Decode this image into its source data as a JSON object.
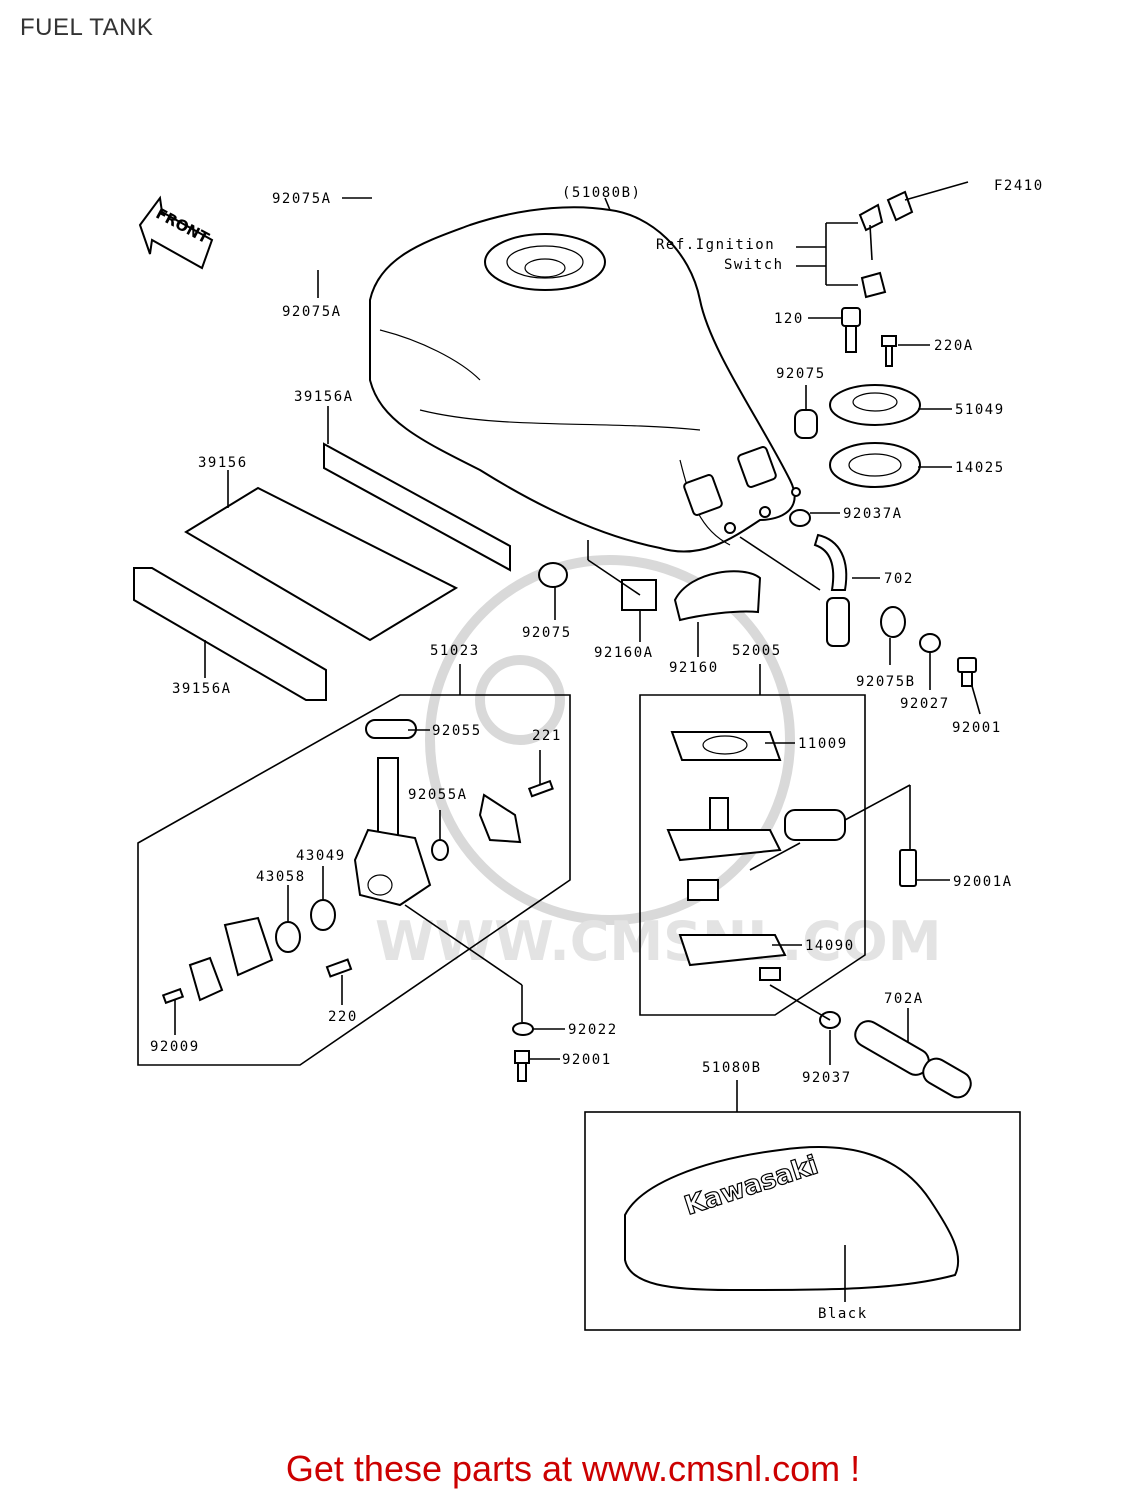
{
  "header": {
    "title": "FUEL TANK"
  },
  "footer": {
    "promo": "Get these parts at www.cmsnl.com !"
  },
  "diagram": {
    "code": "F2410",
    "front_arrow": "FRONT",
    "tank_ref": "(51080B)",
    "ignition_ref_line1": "Ref.Ignition",
    "ignition_ref_line2": "Switch",
    "decal_color": "Black",
    "decal_brand": "Kawasaki",
    "watermark": "WWW.CMSNL.COM",
    "parts": {
      "p92075A_top": "92075A",
      "p92075A_bottom": "92075A",
      "p120": "120",
      "p220A": "220A",
      "p92075": "92075",
      "p51049": "51049",
      "p14025": "14025",
      "p92037A": "92037A",
      "p702": "702",
      "p39156A_top": "39156A",
      "p39156": "39156",
      "p39156A_bottom": "39156A",
      "p92075_mid": "92075",
      "p92160A": "92160A",
      "p92160": "92160",
      "p52005": "52005",
      "p92075B": "92075B",
      "p92027": "92027",
      "p92001_right": "92001",
      "p51023": "51023",
      "p92055": "92055",
      "p221": "221",
      "p92055A": "92055A",
      "p43049": "43049",
      "p43058": "43058",
      "p220": "220",
      "p92009": "92009",
      "p92022": "92022",
      "p92001_bottom": "92001",
      "p11009": "11009",
      "p92001A": "92001A",
      "p14090": "14090",
      "p92037": "92037",
      "p702A": "702A",
      "p51080B": "51080B"
    }
  }
}
